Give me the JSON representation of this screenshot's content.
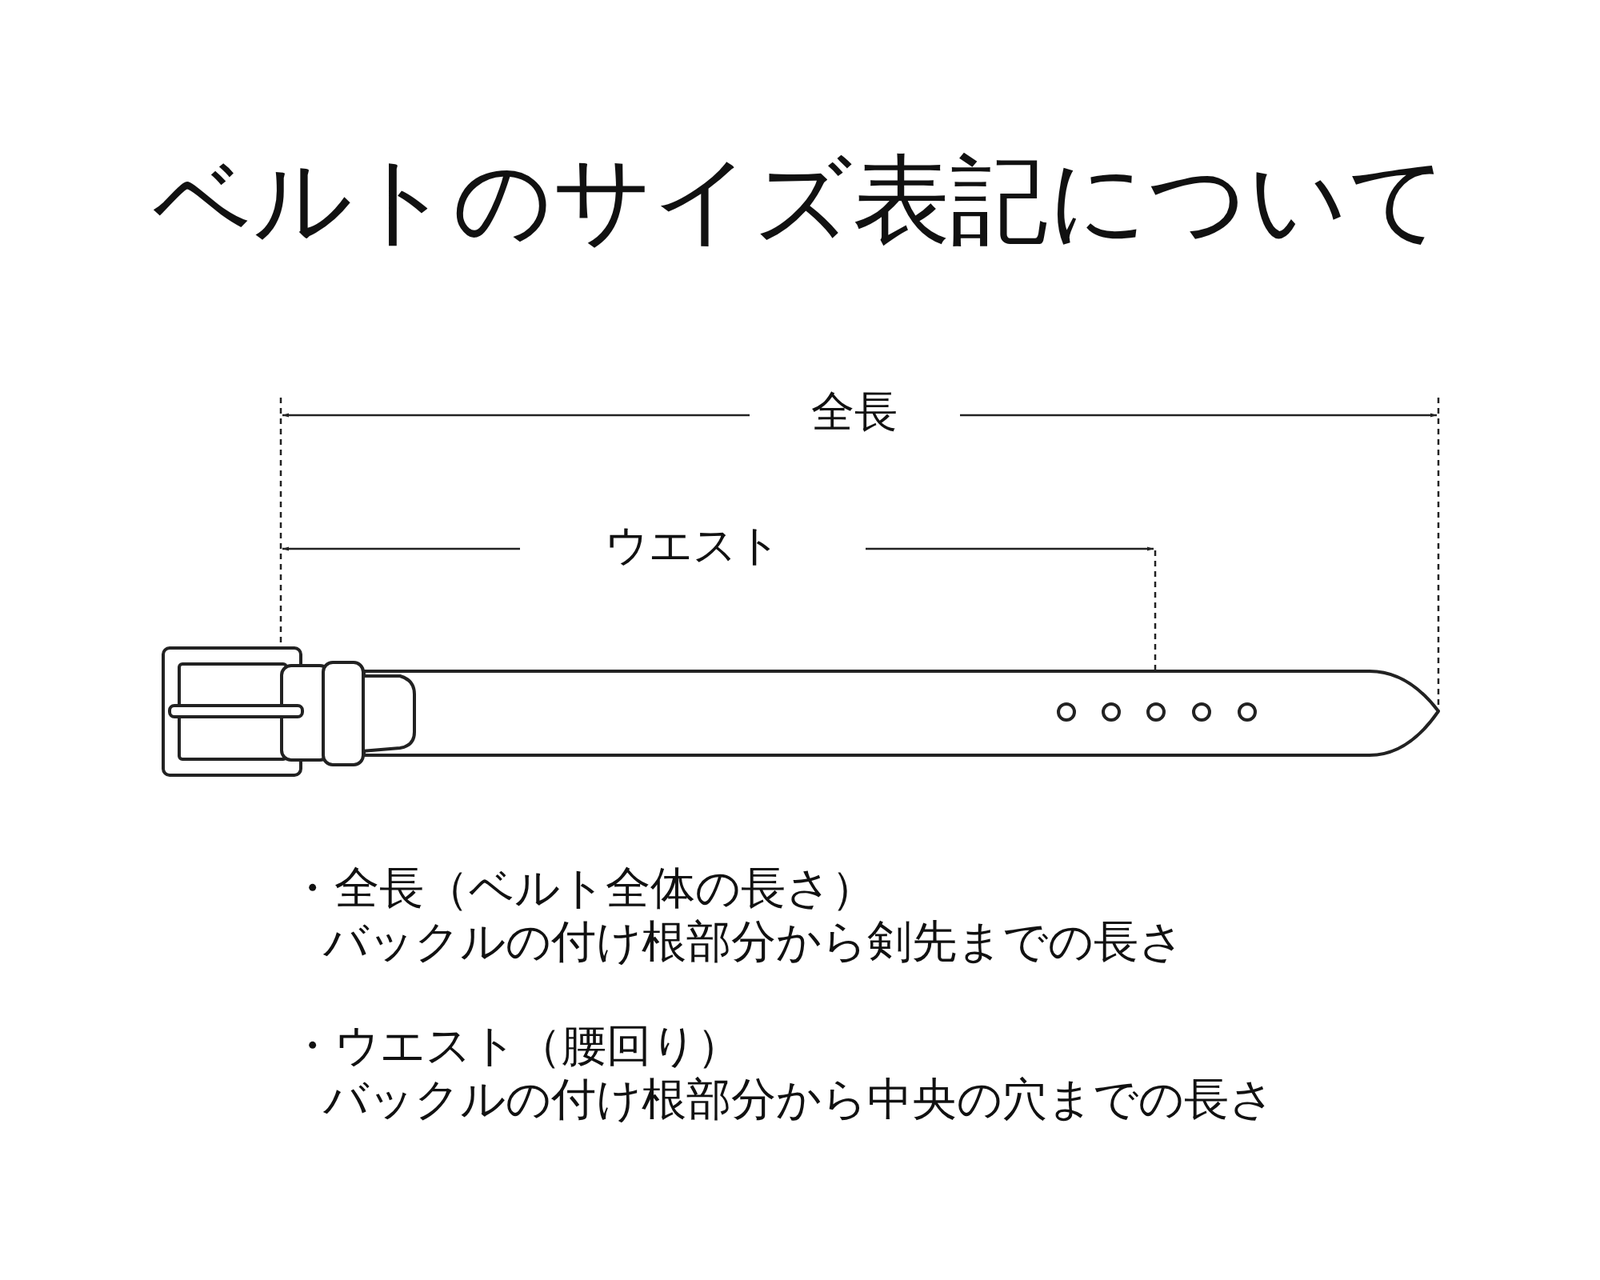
{
  "diagram": {
    "title": "ベルトのサイズ表記について",
    "labels": [
      "全長",
      "ウエスト",
      "・全長（ベルト全体の長さ）",
      "バックルの付け根部分から剣先までの長さ",
      "・ウエスト（腰回り）",
      "バックルの付け根部分から中央の穴までの長さ"
    ]
  }
}
